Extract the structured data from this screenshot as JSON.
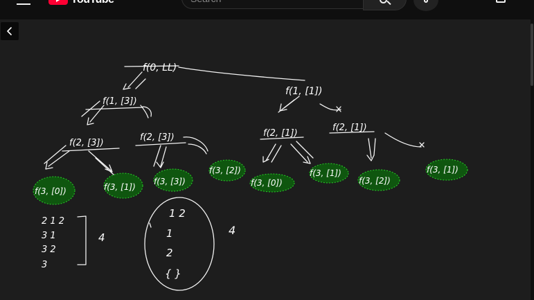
{
  "topbar": {
    "logo_text": "YouTube",
    "search_placeholder": "Search",
    "icons": [
      "menu-icon",
      "youtube-logo",
      "search-icon",
      "mic-icon",
      "create-icon",
      "notification-icon"
    ]
  },
  "player": {
    "back_icon": "chevron-left-icon"
  },
  "board": {
    "root_node": "f(0, LL)",
    "nodes": [
      {
        "id": "n1",
        "label": "f(1, [3])"
      },
      {
        "id": "n2",
        "label": "f(1, [1])"
      },
      {
        "id": "n3",
        "label": "f(2, [3])"
      },
      {
        "id": "n4",
        "label": "f(2, [3])"
      },
      {
        "id": "n5",
        "label": "f(2, [1])"
      },
      {
        "id": "n6",
        "label": "f(2, [1])"
      }
    ],
    "leaves": [
      {
        "id": "l1",
        "label": "f(3, [0])",
        "highlighted": true
      },
      {
        "id": "l2",
        "label": "f(3, [1])",
        "highlighted": true
      },
      {
        "id": "l3",
        "label": "f(3, [3])",
        "highlighted": true
      },
      {
        "id": "l4",
        "label": "f(3, [2])",
        "highlighted": true
      },
      {
        "id": "l5",
        "label": "f(3, [0])",
        "highlighted": true
      },
      {
        "id": "l6",
        "label": "f(3, [1])",
        "highlighted": true
      },
      {
        "id": "l7",
        "label": "f(3, [2])",
        "highlighted": true
      },
      {
        "id": "l8",
        "label": "f(3, [1])",
        "highlighted": true
      }
    ],
    "combos_left": [
      "2 1 2",
      "3 1",
      "3 2",
      "3"
    ],
    "count_left": "4",
    "circled_values": [
      "1 2",
      "1",
      "2",
      "{ }"
    ],
    "count_right": "4",
    "highlight_color": "#2bd42b",
    "ink_color": "#f2f2f2",
    "board_color": "#1d1d1d"
  }
}
